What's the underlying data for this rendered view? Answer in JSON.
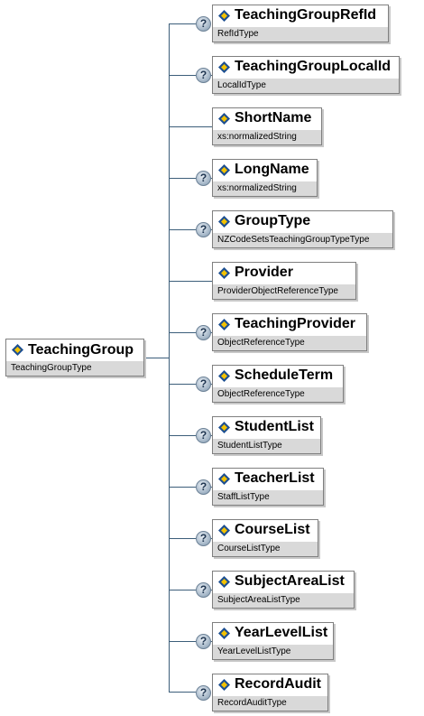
{
  "root": {
    "name": "TeachingGroup",
    "type": "TeachingGroupType",
    "icon": "element-icon"
  },
  "children": [
    {
      "name": "TeachingGroupRefId",
      "type": "RefIdType",
      "optional": true
    },
    {
      "name": "TeachingGroupLocalId",
      "type": "LocalIdType",
      "optional": true
    },
    {
      "name": "ShortName",
      "type": "xs:normalizedString",
      "optional": false
    },
    {
      "name": "LongName",
      "type": "xs:normalizedString",
      "optional": true
    },
    {
      "name": "GroupType",
      "type": "NZCodeSetsTeachingGroupTypeType",
      "optional": true
    },
    {
      "name": "Provider",
      "type": "ProviderObjectReferenceType",
      "optional": false
    },
    {
      "name": "TeachingProvider",
      "type": "ObjectReferenceType",
      "optional": true
    },
    {
      "name": "ScheduleTerm",
      "type": "ObjectReferenceType",
      "optional": true
    },
    {
      "name": "StudentList",
      "type": "StudentListType",
      "optional": true
    },
    {
      "name": "TeacherList",
      "type": "StaffListType",
      "optional": true
    },
    {
      "name": "CourseList",
      "type": "CourseListType",
      "optional": true
    },
    {
      "name": "SubjectAreaList",
      "type": "SubjectAreaListType",
      "optional": true
    },
    {
      "name": "YearLevelList",
      "type": "YearLevelListType",
      "optional": true
    },
    {
      "name": "RecordAudit",
      "type": "RecordAuditType",
      "optional": true
    }
  ],
  "optional_marker": "?"
}
